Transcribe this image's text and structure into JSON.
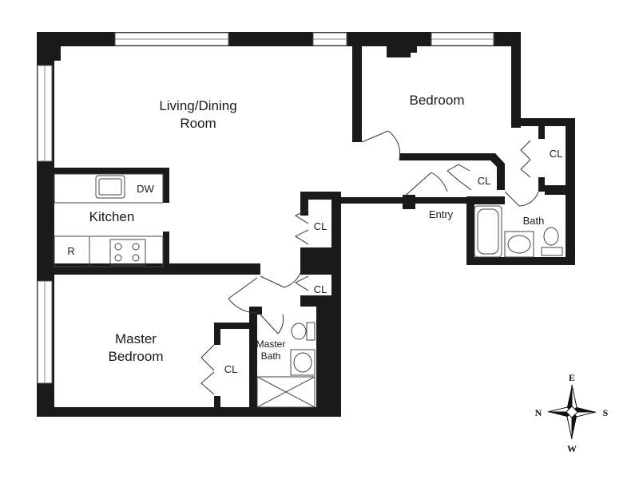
{
  "colors": {
    "wall": "#1a1a1a",
    "floor": "#ffffff",
    "window": "#bdbdbd",
    "fixture": "#444444"
  },
  "rooms": {
    "living_dining": [
      "Living/Dining",
      "Room"
    ],
    "bedroom": "Bedroom",
    "kitchen": "Kitchen",
    "master_bedroom": [
      "Master",
      "Bedroom"
    ],
    "master_bath": [
      "Master",
      "Bath"
    ],
    "bath": "Bath",
    "entry": "Entry"
  },
  "closets": {
    "bedroom_closet": "CL",
    "entry_closet": "CL",
    "hall_closet_1": "CL",
    "hall_closet_2": "CL",
    "master_closet": "CL"
  },
  "appliances": {
    "dishwasher": "DW",
    "refrigerator": "R"
  },
  "compass": {
    "north": "N",
    "south": "S",
    "east": "E",
    "west": "W"
  }
}
